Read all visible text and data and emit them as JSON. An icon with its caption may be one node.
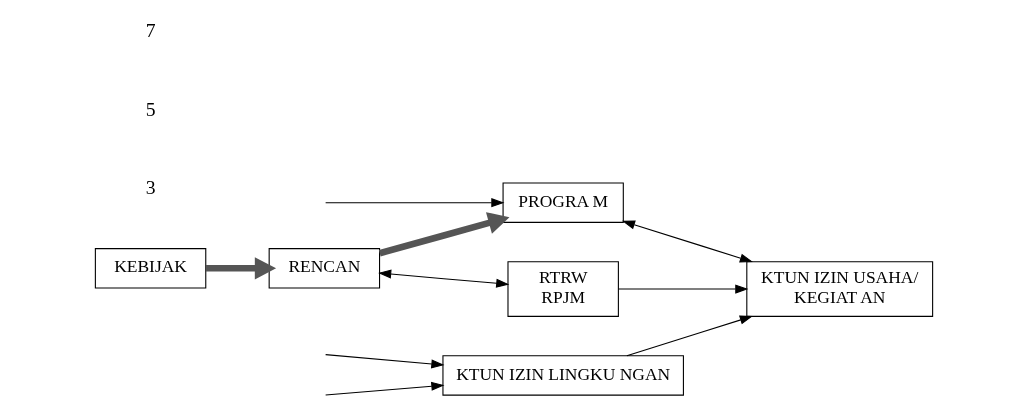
{
  "diagram": {
    "nodes": [
      {
        "text": [
          "KEBIJAK"
        ]
      },
      {
        "text": [
          "RENCAN"
        ]
      },
      {
        "text": [
          "PROGRA M"
        ]
      },
      {
        "text": [
          "RTRW",
          "RPJM"
        ]
      },
      {
        "text": [
          "KTUN IZIN USAHA/",
          "KEGIAT AN"
        ]
      },
      {
        "text": [
          "KTUN IZIN LINGKU NGAN"
        ]
      }
    ],
    "edges": [
      {
        "from": 0,
        "to": 1,
        "arrow": "to",
        "style": "thick",
        "color": "#555555"
      },
      {
        "from": 1,
        "to": 2,
        "arrow": "to",
        "style": "thick",
        "color": "#555555"
      },
      {
        "from": 1,
        "to": 3,
        "arrow": "both"
      },
      {
        "from": 3,
        "to": 4,
        "arrow": "to"
      },
      {
        "from": 2,
        "to": 4,
        "arrow": "both"
      },
      {
        "from": 5,
        "to": 4,
        "arrow": "to"
      },
      {
        "from": null,
        "to": 5,
        "arrow": "to"
      },
      {
        "from": null,
        "to": 5,
        "arrow": "to"
      },
      {
        "from": null,
        "to": 2,
        "arrow": "to"
      }
    ],
    "labels": [
      "3",
      "5",
      "7"
    ]
  }
}
